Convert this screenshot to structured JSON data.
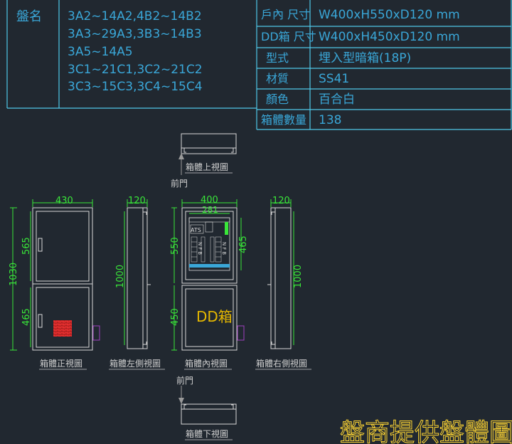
{
  "spec": {
    "panel_label": "盤名",
    "panel_names": [
      "3A2~14A2,4B2~14B2",
      "3A3~29A3,3B3~14B3",
      "3A5~14A5",
      "3C1~21C1,3C2~21C2",
      "3C3~15C3,3C4~15C4"
    ],
    "rows": [
      {
        "label": "戶內 尺寸",
        "value": "W400xH550xD120 mm"
      },
      {
        "label": "DD箱 尺寸",
        "value": "W400xH450xD120 mm"
      },
      {
        "label": "型式",
        "value": "埋入型暗箱(18P)"
      },
      {
        "label": "材質",
        "value": "SS41"
      },
      {
        "label": "顏色",
        "value": "百合白"
      },
      {
        "label": "箱體數量",
        "value": "138"
      }
    ]
  },
  "views": {
    "top": "箱體上視圖",
    "front": "箱體正視圖",
    "left": "箱體左側視圖",
    "inner": "箱體內視圖",
    "right": "箱體右側視圖",
    "bottom": "箱體下視圖",
    "front_door": "前門"
  },
  "dims": {
    "w430": "430",
    "d120": "120",
    "w400": "400",
    "w281": "281",
    "h1030": "1030",
    "h565": "565",
    "h465": "465",
    "h1000": "1000",
    "h550": "550",
    "h450": "450",
    "h465b": "465"
  },
  "dd_box_label": "DD箱",
  "breaker_label": "NFB",
  "ats_label": "ATS",
  "watermark": "盤商提供盤體圖",
  "colors": {
    "background": "#212830",
    "table_line": "#4fc8e8",
    "table_text": "#3aa7d8",
    "dimension": "#39e639",
    "box_outline": "#d9d9d9",
    "dd_text": "#e6b800",
    "watermark": "#ffd633",
    "brick": "#e53030"
  }
}
